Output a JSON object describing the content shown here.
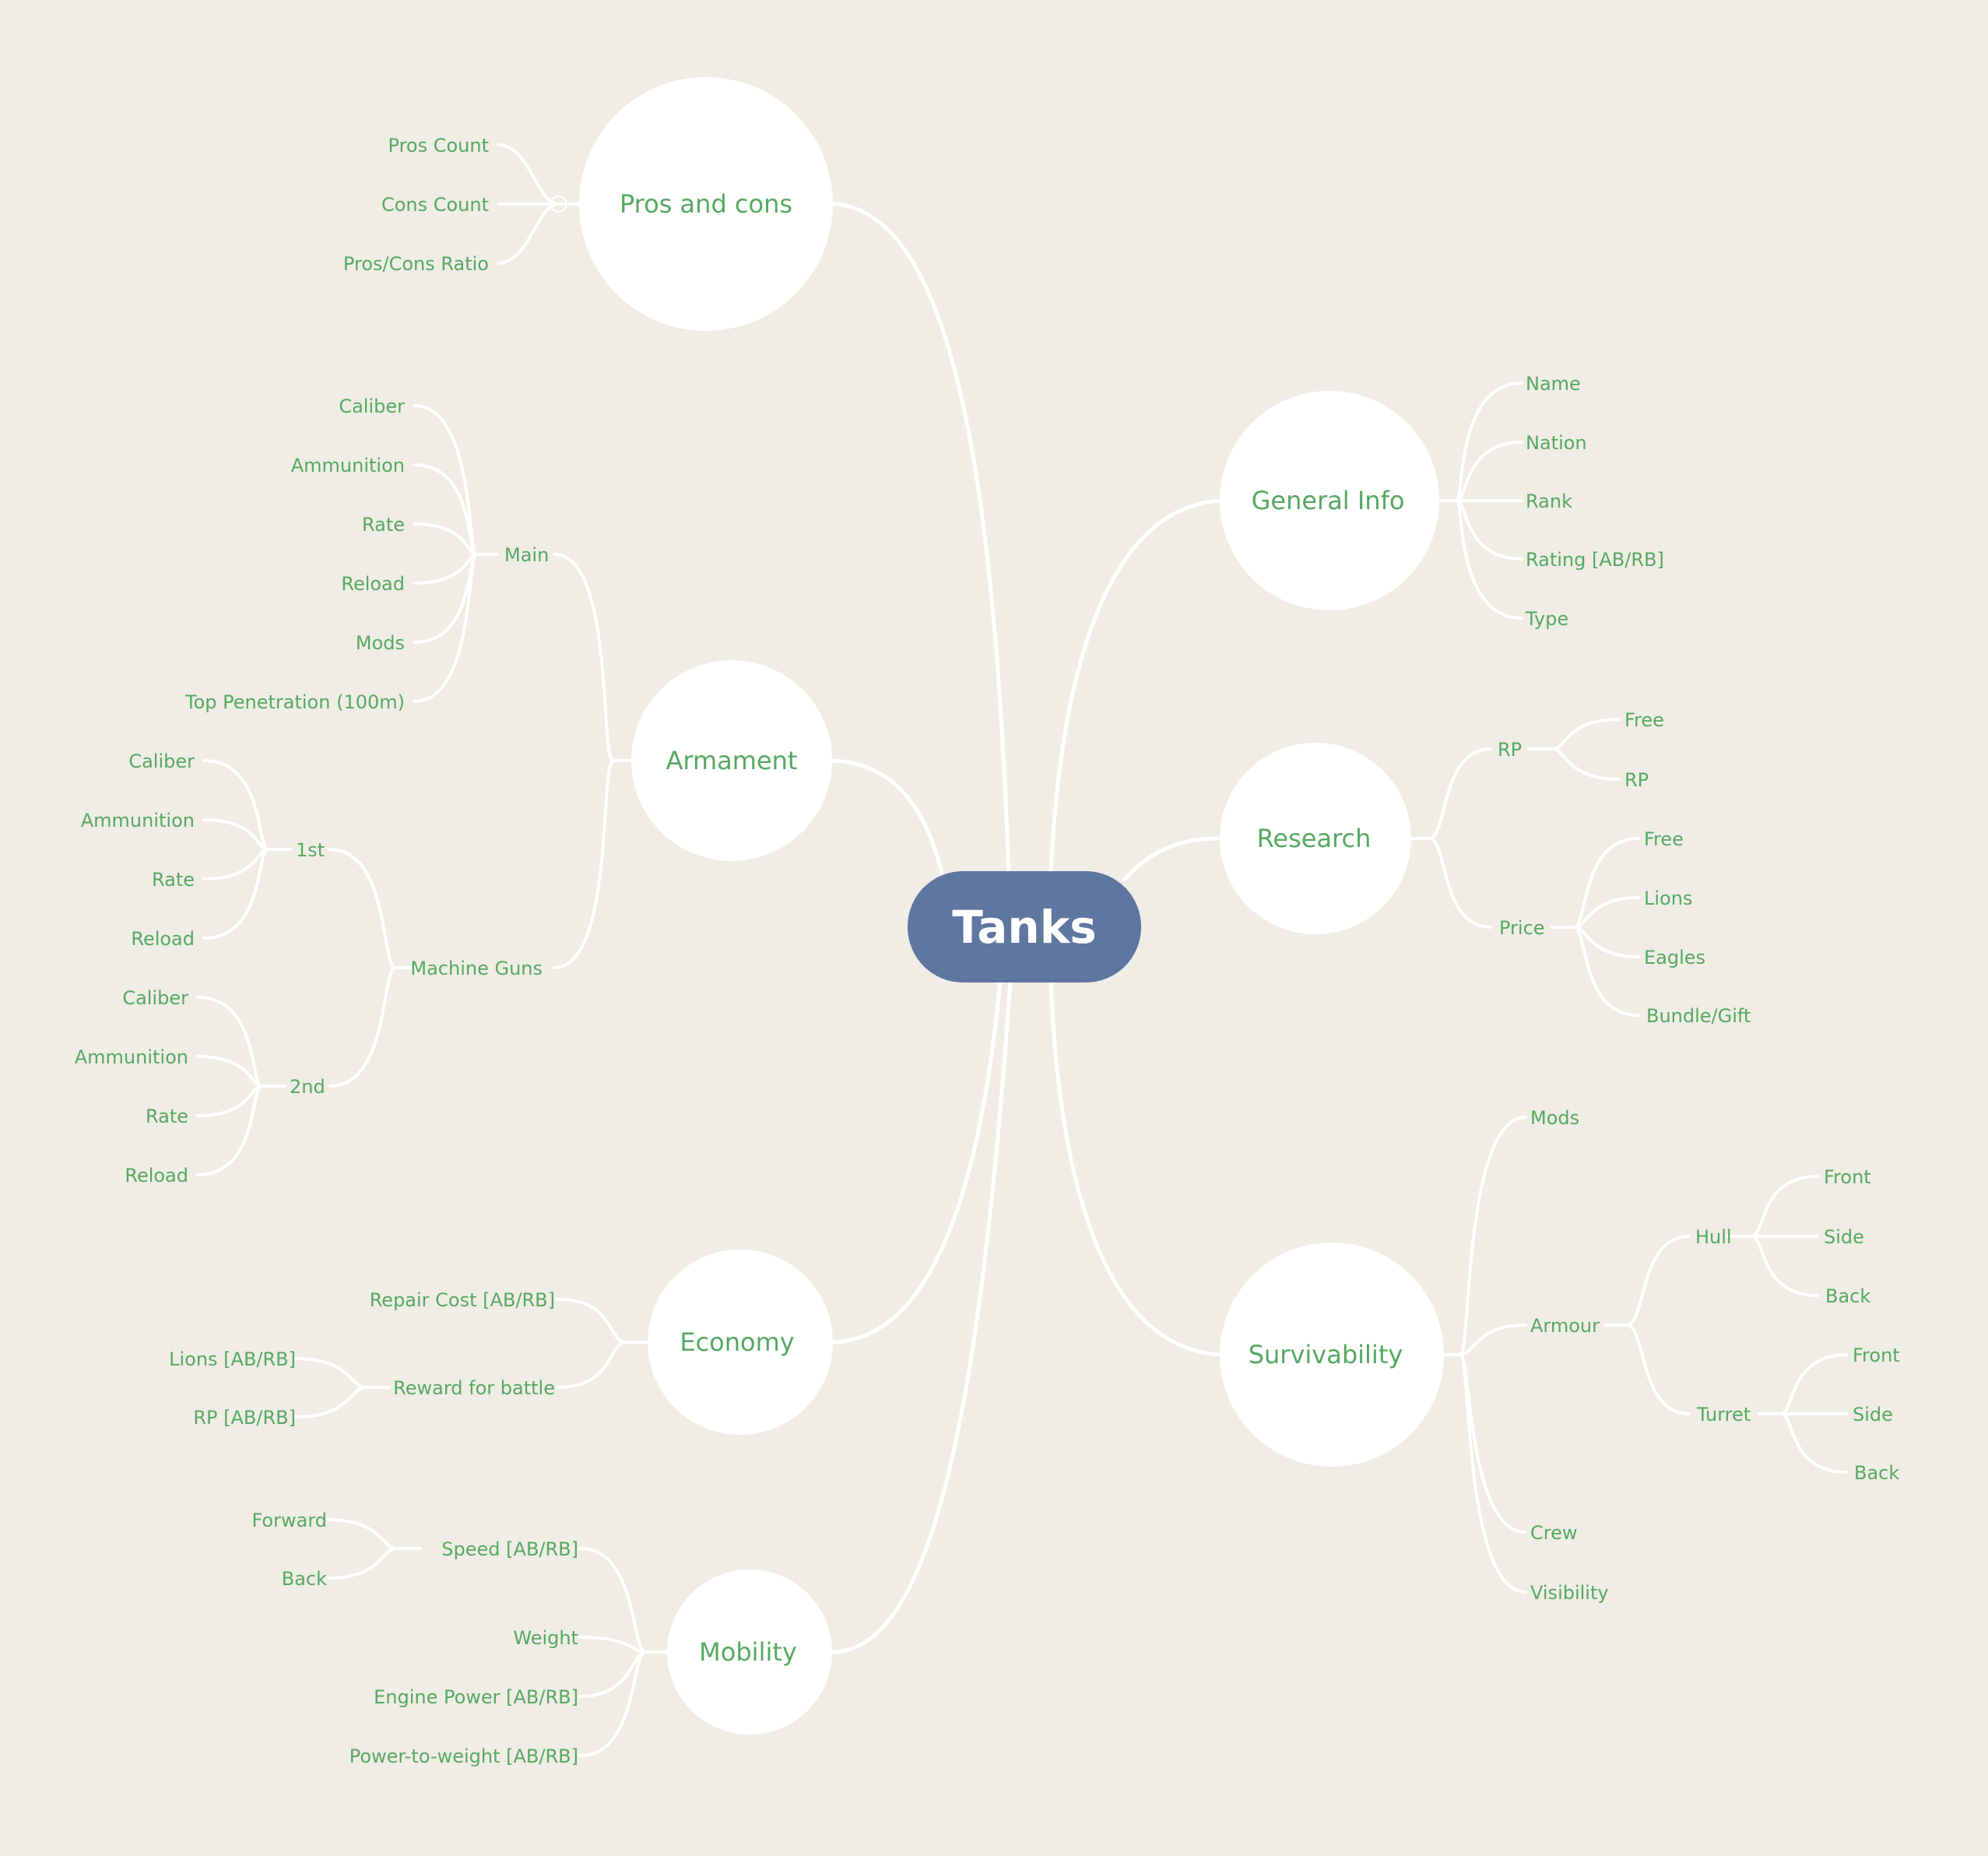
{
  "root": "Tanks",
  "colors": {
    "background": "#f0ece6",
    "root_fill": "#5e76a0",
    "text": "#56a862",
    "connector": "#ffffff",
    "bubble": "#ffffff"
  },
  "pros_cons": {
    "title": "Pros and cons",
    "pros_count": "Pros Count",
    "cons_count": "Cons Count",
    "ratio": "Pros/Cons Ratio"
  },
  "armament": {
    "title": "Armament",
    "main": {
      "label": "Main",
      "caliber": "Caliber",
      "ammunition": "Ammunition",
      "rate": "Rate",
      "reload": "Reload",
      "mods": "Mods",
      "top_penetration": "Top Penetration (100m)"
    },
    "machine_guns": {
      "label": "Machine Guns",
      "first": {
        "label": "1st",
        "caliber": "Caliber",
        "ammunition": "Ammunition",
        "rate": "Rate",
        "reload": "Reload"
      },
      "second": {
        "label": "2nd",
        "caliber": "Caliber",
        "ammunition": "Ammunition",
        "rate": "Rate",
        "reload": "Reload"
      }
    }
  },
  "economy": {
    "title": "Economy",
    "repair_cost": "Repair Cost [AB/RB]",
    "reward": {
      "label": "Reward for battle",
      "lions": "Lions [AB/RB]",
      "rp": "RP [AB/RB]"
    }
  },
  "mobility": {
    "title": "Mobility",
    "speed": {
      "label": "Speed [AB/RB]",
      "forward": "Forward",
      "back": "Back"
    },
    "weight": "Weight",
    "engine_power": "Engine Power [AB/RB]",
    "power_to_weight": "Power-to-weight [AB/RB]"
  },
  "general_info": {
    "title": "General Info",
    "name": "Name",
    "nation": "Nation",
    "rank": "Rank",
    "rating": "Rating [AB/RB]",
    "type": "Type"
  },
  "research": {
    "title": "Research",
    "rp": {
      "label": "RP",
      "free": "Free",
      "rp": "RP"
    },
    "price": {
      "label": "Price",
      "free": "Free",
      "lions": "Lions",
      "eagles": "Eagles",
      "bundle": "Bundle/Gift"
    }
  },
  "survivability": {
    "title": "Survivability",
    "mods": "Mods",
    "armour": {
      "label": "Armour",
      "hull": {
        "label": "Hull",
        "front": "Front",
        "side": "Side",
        "back": "Back"
      },
      "turret": {
        "label": "Turret",
        "front": "Front",
        "side": "Side",
        "back": "Back"
      }
    },
    "crew": "Crew",
    "visibility": "Visibility"
  }
}
